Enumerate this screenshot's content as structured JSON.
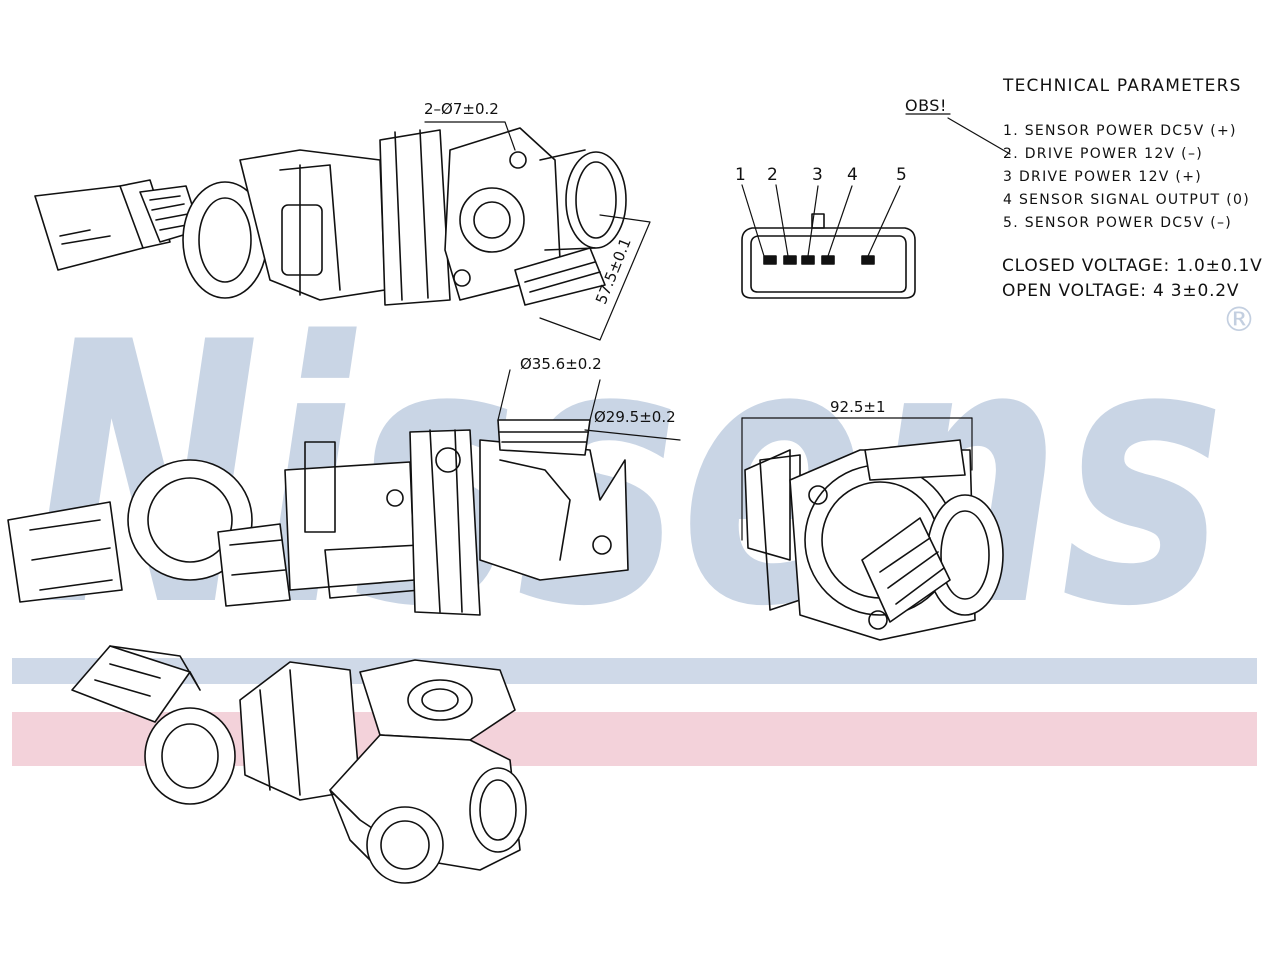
{
  "watermark": {
    "brand": "Nissens",
    "registered_symbol": "®",
    "colors": {
      "logo": "#c9d5e5",
      "stripe_blue": "#cfd9e8",
      "stripe_red": "#f3d2da"
    }
  },
  "technical_parameters": {
    "title": "TECHNICAL PARAMETERS",
    "items": [
      "1.   SENSOR POWER DC5V (+)",
      "2.   DRIVE POWER 12V (–)",
      "3    DRIVE POWER 12V (+)",
      "4    SENSOR SIGNAL OUTPUT (0)",
      "5.   SENSOR POWER DC5V (–)"
    ],
    "closed_voltage": "CLOSED VOLTAGE: 1.0±0.1V",
    "open_voltage": "OPEN VOLTAGE: 4 3±0.2V"
  },
  "obs_label": "OBS!",
  "connector": {
    "pins": [
      "1",
      "2",
      "3",
      "4",
      "5"
    ]
  },
  "dimensions": {
    "holes": "2–Ø7±0.2",
    "flange": "57.5±0.1",
    "outer_diameter": "Ø35.6±0.2",
    "inner_diameter": "Ø29.5±0.2",
    "width": "92.5±1"
  }
}
